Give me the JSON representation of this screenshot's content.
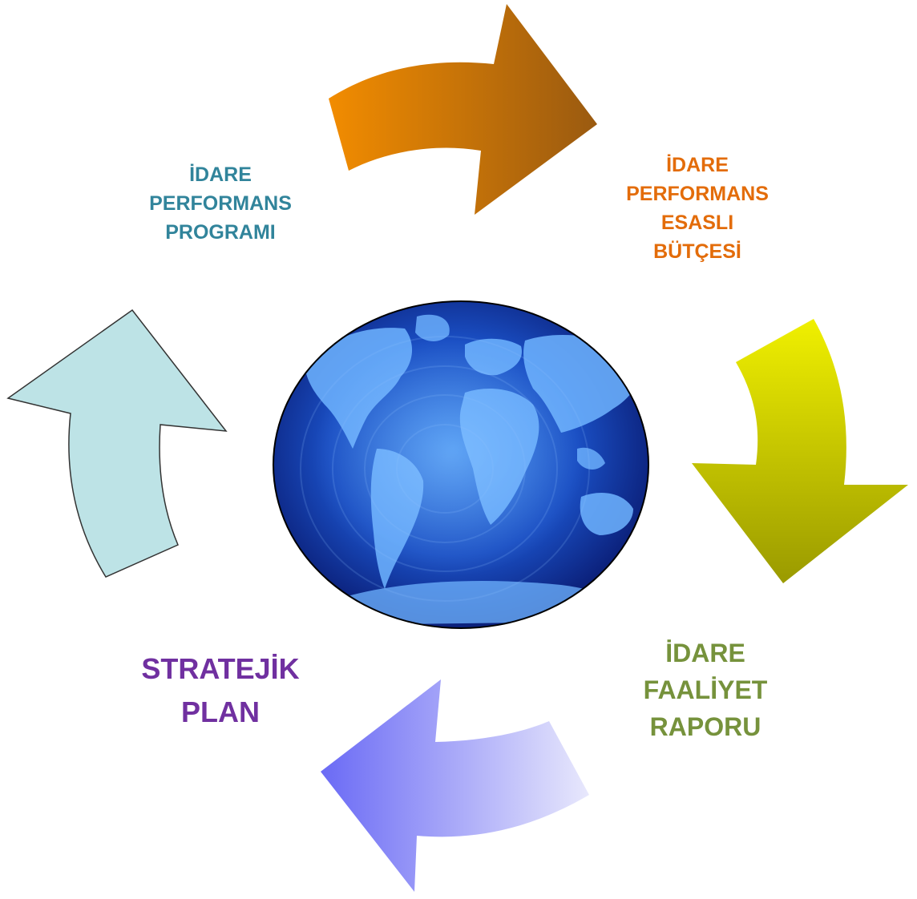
{
  "cycle": {
    "steps": [
      {
        "lines": [
          "İDARE",
          "PERFORMANS",
          "PROGRAMI"
        ],
        "color": "#31849b"
      },
      {
        "lines": [
          "İDARE",
          "PERFORMANS",
          "ESASLI",
          "BÜTÇESİ"
        ],
        "color": "#e36c0a"
      },
      {
        "lines": [
          "İDARE",
          "FAALİYET",
          "RAPORU"
        ],
        "color": "#76923c"
      },
      {
        "lines": [
          "STRATEJİK",
          "PLAN"
        ],
        "color": "#7030a0"
      }
    ],
    "arrows": [
      {
        "name": "top-arrow",
        "from": "İDARE PERFORMANS PROGRAMI",
        "to": "İDARE PERFORMANS ESASLI BÜTÇESİ",
        "colors": [
          "#f28c00",
          "#9a5a10"
        ]
      },
      {
        "name": "right-arrow",
        "from": "İDARE PERFORMANS ESASLI BÜTÇESİ",
        "to": "İDARE FAALİYET RAPORU",
        "colors": [
          "#f0f000",
          "#9a9a00"
        ]
      },
      {
        "name": "bottom-arrow",
        "from": "İDARE FAALİYET RAPORU",
        "to": "STRATEJİK PLAN",
        "colors": [
          "#e4e4fb",
          "#6a6af5"
        ]
      },
      {
        "name": "left-arrow",
        "from": "STRATEJİK PLAN",
        "to": "İDARE PERFORMANS PROGRAMI",
        "colors": [
          "#bde3e6",
          "#bde3e6"
        ]
      }
    ],
    "center_image": "world-map-globe"
  }
}
